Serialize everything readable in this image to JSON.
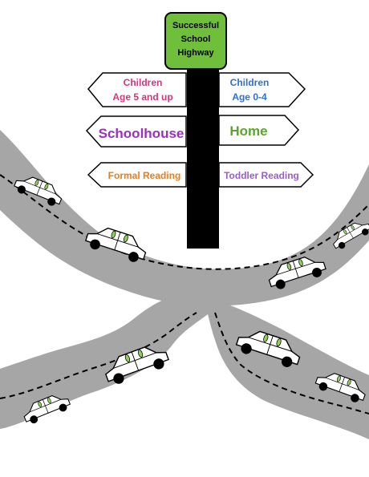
{
  "top_sign": {
    "line1": "Successful",
    "line2": "School",
    "line3": "Highway"
  },
  "signs": {
    "children_older": {
      "line1": "Children",
      "line2": "Age 5 and up",
      "color": "#e0307a"
    },
    "children_younger": {
      "line1": "Children",
      "line2": "Age 0-4",
      "color": "#2f6fd6"
    },
    "schoolhouse": {
      "label": "Schoolhouse",
      "color": "#9b2fc4"
    },
    "home": {
      "label": "Home",
      "color": "#5aa52a"
    },
    "formal_reading": {
      "label": "Formal Reading",
      "color": "#f07a1a"
    },
    "toddler_reading": {
      "label": "Toddler Reading",
      "color": "#9b5bd6"
    }
  },
  "colors": {
    "road": "#a6a6a6",
    "post": "#000000",
    "top_sign_fill": "#6fbf3b",
    "car_window": "#8fcf5a"
  }
}
